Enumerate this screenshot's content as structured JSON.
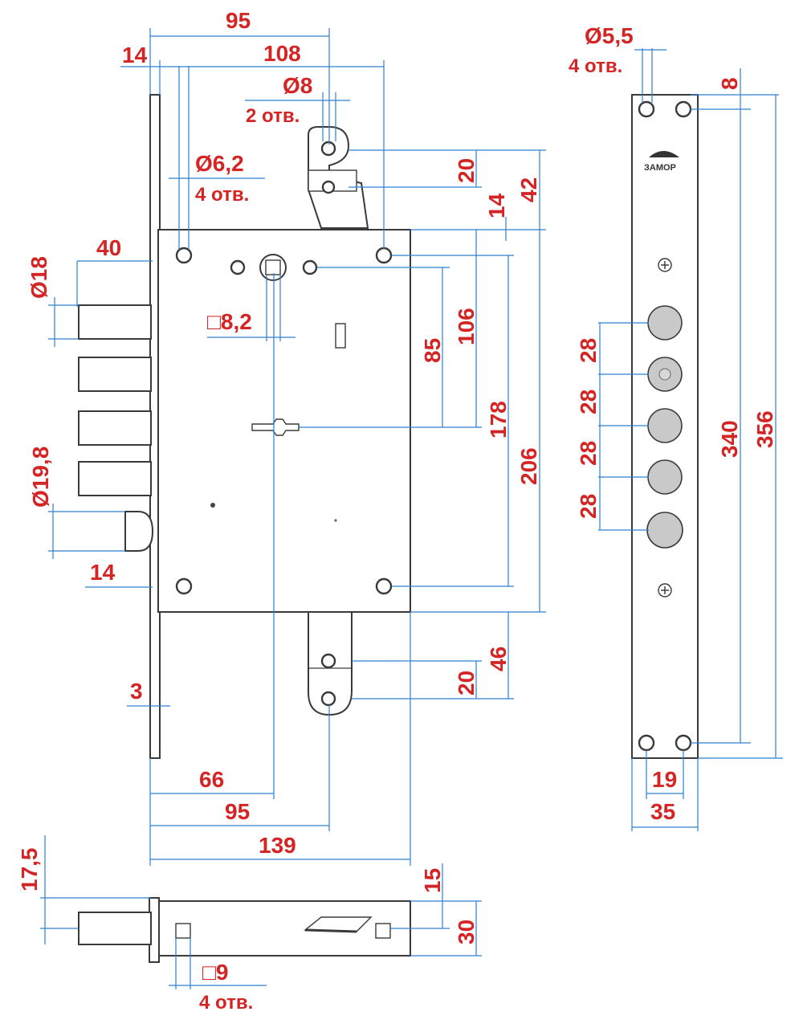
{
  "dimensions": {
    "top_95": "95",
    "top_14": "14",
    "top_108": "108",
    "dia_8": "Ø8",
    "holes_2": "2 отв.",
    "dia_6_2": "Ø6,2",
    "holes_4a": "4 отв.",
    "bolt_40": "40",
    "dia_18": "Ø18",
    "sq_8_2": "□8,2",
    "dia_19_8": "Ø19,8",
    "latch_14": "14",
    "plate_3": "3",
    "v_20_top": "20",
    "v_14": "14",
    "v_42": "42",
    "v_85": "85",
    "v_106": "106",
    "v_178": "178",
    "v_206": "206",
    "v_46": "46",
    "v_20_bot": "20",
    "h_66": "66",
    "h_95": "95",
    "h_139": "139",
    "dia_5_5": "Ø5,5",
    "holes_4b": "4 отв.",
    "strip_8": "8",
    "pitch_28_1": "28",
    "pitch_28_2": "28",
    "pitch_28_3": "28",
    "pitch_28_4": "28",
    "strip_340": "340",
    "strip_356": "356",
    "strip_19": "19",
    "strip_35": "35",
    "side_17_5": "17,5",
    "side_15": "15",
    "side_30": "30",
    "sq_9": "□9",
    "holes_4c": "4 отв."
  },
  "logo_text": "ЗАМОР",
  "colors": {
    "label": "#d42424",
    "dimension_line": "#2f7fd0",
    "outline": "#3a3a3a"
  }
}
